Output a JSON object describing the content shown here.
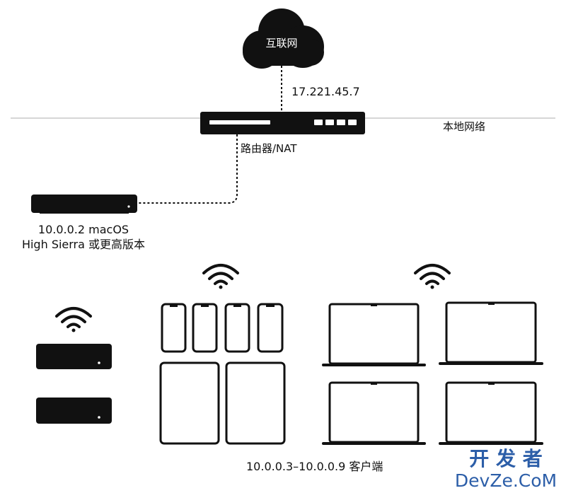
{
  "cloud": {
    "label": "互联网"
  },
  "wan_ip": "17.221.45.7",
  "router": {
    "label": "路由器/NAT"
  },
  "lan": {
    "label": "本地网络"
  },
  "server": {
    "line1": "10.0.0.2 macOS",
    "line2": "High Sierra 或更高版本"
  },
  "clients": {
    "label": "10.0.0.3–10.0.0.9 客户端"
  },
  "watermark": {
    "line1": "开 发 者",
    "line2": "DevZe.CoM"
  },
  "icons": [
    "cloud-icon",
    "router-icon",
    "mac-mini-icon",
    "wifi-icon",
    "iphone-icon",
    "ipad-icon",
    "macbook-icon"
  ]
}
